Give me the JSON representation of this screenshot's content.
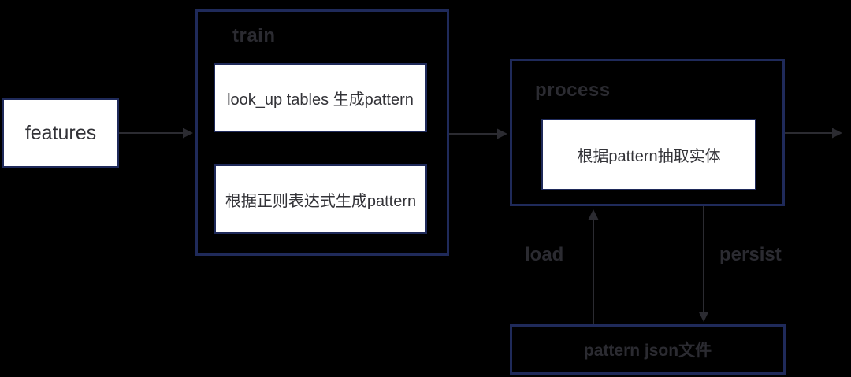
{
  "colors": {
    "background": "#000000",
    "box_border": "#1f2a5a",
    "box_fill_dark": "#000000",
    "box_fill_light": "#ffffff",
    "text_dark": "#333338",
    "text_dim": "#2b2b31",
    "arrow": "#2b2b31"
  },
  "diagram": {
    "nodes": {
      "features": {
        "label": "features"
      },
      "train": {
        "title": "train",
        "children": [
          {
            "label": "look_up tables 生成pattern"
          },
          {
            "label": "根据正则表达式生成pattern"
          }
        ]
      },
      "process": {
        "title": "process",
        "children": [
          {
            "label": "根据pattern抽取实体"
          }
        ]
      },
      "pattern_file": {
        "label": "pattern json文件"
      }
    },
    "edges": {
      "load_label": "load",
      "persist_label": "persist"
    }
  }
}
